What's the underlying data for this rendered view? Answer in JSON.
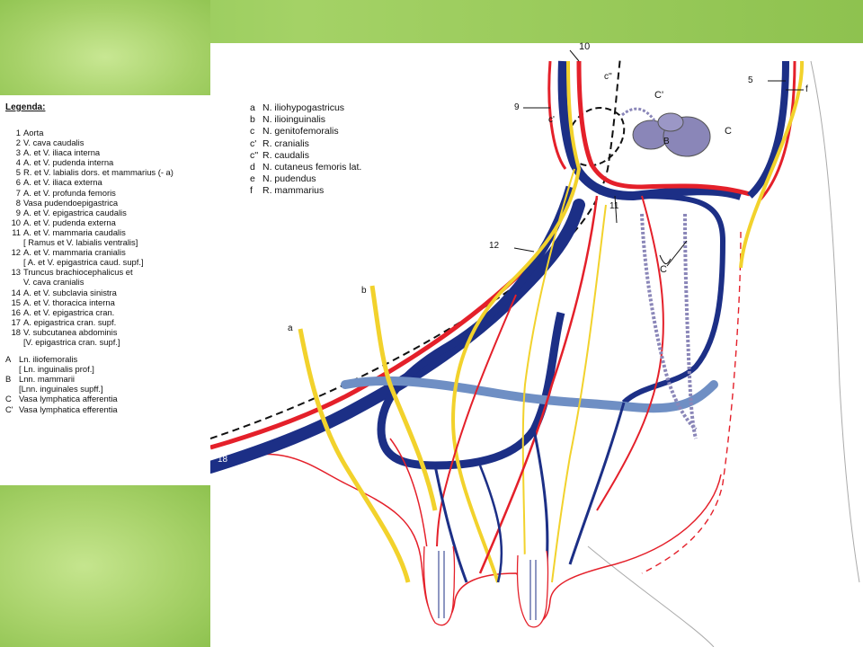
{
  "legend": {
    "title": "Legenda:",
    "items": [
      {
        "key": "1",
        "text": "Aorta"
      },
      {
        "key": "2",
        "text": "V. cava caudalis"
      },
      {
        "key": "3",
        "text": "A. et V. iliaca interna"
      },
      {
        "key": "4",
        "text": "A. et V. pudenda interna"
      },
      {
        "key": "5",
        "text": "R. et V. labialis dors. et mammarius (- a)"
      },
      {
        "key": "6",
        "text": "A. et V. iliaca externa"
      },
      {
        "key": "7",
        "text": "A. et V. profunda femoris"
      },
      {
        "key": "8",
        "text": "Vasa pudendoepigastrica"
      },
      {
        "key": "9",
        "text": "A. et V. epigastrica caudalis"
      },
      {
        "key": "10",
        "text": "A. et V. pudenda externa"
      },
      {
        "key": "11",
        "text": "A. et V. mammaria caudalis"
      },
      {
        "key": "",
        "text": "[ Ramus et V. labialis ventralis]"
      },
      {
        "key": "12",
        "text": "A. et V. mammaria cranialis"
      },
      {
        "key": "",
        "text": "[ A. et V. epigastrica caud. supf.]"
      },
      {
        "key": "13",
        "text": "Truncus brachiocephalicus et"
      },
      {
        "key": "",
        "text": "V. cava cranialis"
      },
      {
        "key": "14",
        "text": "A. et V. subclavia sinistra"
      },
      {
        "key": "15",
        "text": "A. et V. thoracica interna"
      },
      {
        "key": "16",
        "text": "A. et V. epigastrica cran."
      },
      {
        "key": "17",
        "text": "A. epigastrica cran. supf."
      },
      {
        "key": "18",
        "text": "V. subcutanea abdominis"
      },
      {
        "key": "",
        "text": "[V. epigastrica cran. supf.]"
      }
    ],
    "letter_items": [
      {
        "key": "A",
        "text": "Ln. iliofemoralis"
      },
      {
        "key": "",
        "text": "[ Ln. inguinalis prof.]"
      },
      {
        "key": "B",
        "text": "Lnn. mammarii"
      },
      {
        "key": "",
        "text": "[Lnn. inguinales supff.]"
      },
      {
        "key": "C",
        "text": "Vasa lymphatica afferentia"
      },
      {
        "key": "C'",
        "text": "Vasa lymphatica efferentia"
      }
    ]
  },
  "nerve_legend": [
    {
      "key": "a",
      "text": "N. iliohypogastricus"
    },
    {
      "key": "b",
      "text": "N. ilioinguinalis"
    },
    {
      "key": "c",
      "text": "N. genitofemoralis"
    },
    {
      "key": "c'",
      "text": "R. cranialis"
    },
    {
      "key": "c''",
      "text": "R. caudalis"
    },
    {
      "key": "d",
      "text": "N. cutaneus femoris lat."
    },
    {
      "key": "e",
      "text": "N. pudendus"
    },
    {
      "key": "f",
      "text": "R. mammarius"
    }
  ],
  "figure_labels": {
    "n10": "10",
    "n9": "9",
    "c_dbl": "c''",
    "c_single": "c'",
    "C_prime": "C'",
    "B": "B",
    "C_top": "C",
    "n5": "5",
    "f": "f",
    "n11": "11",
    "n12": "12",
    "C_mid": "C",
    "b": "b",
    "a": "a",
    "n18": "18"
  },
  "colors": {
    "artery": "#e4202a",
    "vein": "#1c2f86",
    "vein_light": "#6f8fc4",
    "nerve": "#f2d22c",
    "lymph": "#8a86b8",
    "slide_green": "#8fc655"
  }
}
